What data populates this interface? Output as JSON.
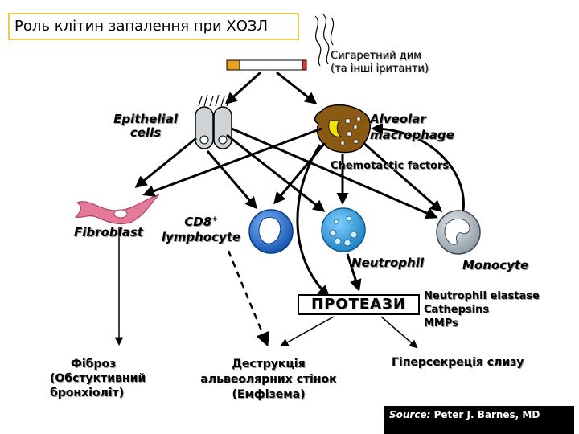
{
  "title": "Роль клітин запалення при ХОЗЛ",
  "smoke_line1": "Сигаретний дим",
  "smoke_line2": "(та інші іританти)",
  "epithelial_line1": "Epithelial",
  "epithelial_line2": "cells",
  "macrophage_line1": "Alveolar",
  "macrophage_line2": "macrophage",
  "chemotactic": "Chemotactic factors",
  "fibroblast": "Fibroblast",
  "cd8": "CD8",
  "cd8_sup": "+",
  "lymphocyte": "lymphocyte",
  "neutrophil": "Neutrophil",
  "monocyte": "Monocyte",
  "proteazi": "ПРОТЕАЗИ",
  "proteases": [
    "Neutrophil elastase",
    "Cathepsins",
    "MMPs"
  ],
  "fibrosis_line1": "Фіброз",
  "fibrosis_line2": "(Обстуктивний",
  "fibrosis_line3": "бронхіоліт)",
  "destruction_line1": "Деструкція",
  "destruction_line2": "альвеолярних стінок",
  "destruction_line3": "(Емфізема)",
  "hypersecretion": "Гіперсекреція слизу",
  "source_label": "Source:",
  "source_text": "Peter J. Barnes, MD",
  "colors": {
    "title_border": "#f2c94c",
    "fibroblast": "#e37a9a",
    "macrophage": "#8a5a14",
    "cell_blue": "#1e6fc8",
    "neutrophil_blue": "#2a9ad8",
    "monocyte_gray": "#a9b4bd"
  }
}
